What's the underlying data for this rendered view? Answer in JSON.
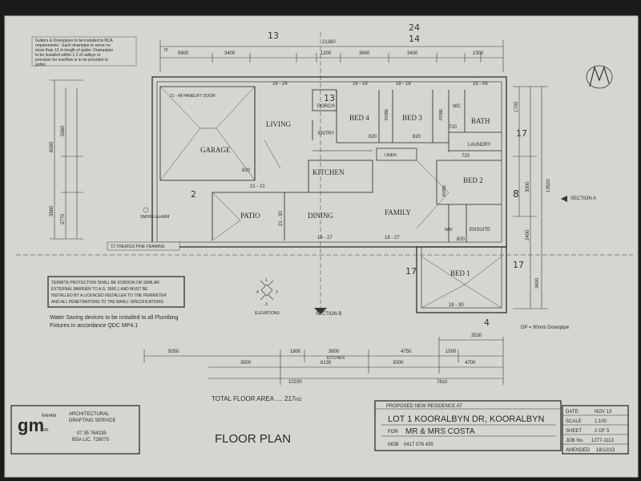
{
  "notes": {
    "gutters": [
      "Gutters & Downpipes to be installed to BCA",
      "requirements : Each downpipe to serve no",
      "more than 12 m length of gutter. Downpipes",
      "to be installed within 1.2 of valleys or",
      "provision for overflow is to be provided to",
      "gutter."
    ],
    "termite": [
      "TERMITE PROTECTION SHALL BE KORDON OR SIMILAR",
      "EXTERNAL BARRIER TO A.S. 3660.1 AND MUST BE",
      "INSTALLED BY A LICENCED INSTALLER TO THE PERIMETER",
      "AND ALL PENETRATIONS TO THE MANU. SPECIFICATIONS"
    ],
    "water": [
      "Water Saving devices to be installed to all Plumbing",
      "Fixtures in accordance QDC MP4.1"
    ],
    "downpipe": "DP = 90mm Downpipe",
    "framing": "T2 TREATED PINE FRAMING",
    "smoke": "SMOKE ALARM",
    "panelift": "21 - 48 PANELIFT DOOR",
    "elevations": "ELEVATIONS",
    "total_area": "TOTAL FLOOR AREA .... 217",
    "area_unit": "m2"
  },
  "rooms": {
    "garage": "GARAGE",
    "living": "LIVING",
    "porch": "PORCH",
    "entry": "ENTRY",
    "bed4": "BED 4",
    "bed3": "BED 3",
    "robe": "ROBE",
    "wc": "WC",
    "bath": "BATH",
    "laundry": "LAUNDRY",
    "linen": "LINEN",
    "kitchen": "KITCHEN",
    "bed2": "BED 2",
    "patio": "PATIO",
    "dining": "DINING",
    "family": "FAMILY",
    "wir": "WIR",
    "ensuite": "ENSUITE",
    "bed1": "BED 1"
  },
  "sections": {
    "a": "SECTION A",
    "b": "SECTION B"
  },
  "dims": {
    "top_total": "21360",
    "top_5800": "5800",
    "top_3400": "3400",
    "top_1200": "1200",
    "top_3600": "3600",
    "top_3400b": "3400",
    "top_2300": "2300",
    "top_70": "70",
    "btm_5050": "5050",
    "btm_1800": "1800",
    "btm_3600": "3600",
    "btm_4750": "4750",
    "btm_1500": "1500",
    "btm_3530": "3530",
    "btm_3500": "3500",
    "btm_6130": "6130",
    "btm_3000": "3000",
    "btm_4700": "4700",
    "btm_10230": "10230",
    "btm_7810": "7810",
    "btm_kitchen": "KITCHEN",
    "left_6000": "6000",
    "left_5560": "5560",
    "left_3560": "3560",
    "left_2770": "2770",
    "right_13520": "13520",
    "right_3000": "3000",
    "right_3400": "3400",
    "right_2400": "2400",
    "right_1700": "1700",
    "w18_24": "18 - 24",
    "w18_18": "18 - 18",
    "w15_06": "15 - 06",
    "w18_27": "18 - 27",
    "w18_30": "18 - 30",
    "w21_21": "21 - 21",
    "w21_30": "21 - 30",
    "d820": "820",
    "d720": "720"
  },
  "hand": {
    "h13": "13",
    "h24": "24",
    "h14": "14",
    "h17a": "17",
    "h17b": "17",
    "h8": "8",
    "h4": "4",
    "h2": "2",
    "h3": "13"
  },
  "compass": {
    "n1": "1",
    "n2": "2",
    "n3": "3",
    "n4": "4"
  },
  "firm": {
    "logo": "gm",
    "name_top": "RAHAM",
    "name_bot": "UIR",
    "title1": "ARCHITECTURAL",
    "title2": "DRAFTING SERVICE",
    "phone": "07 35 764235",
    "bsa": "BSA LIC. 726075"
  },
  "drawing_title": "FLOOR PLAN",
  "project": {
    "heading": "PROPOSED NEW RESIDENCE AT",
    "lot": "LOT 1 KOORALBYN DR, KOORALBYN",
    "for_label": "FOR",
    "client": "MR & MRS COSTA",
    "mob_label": "MOB",
    "mob": "0417 076 435"
  },
  "info": {
    "date_label": "DATE:",
    "date": "NOV 13",
    "scale_label": "SCALE",
    "scale": "1:100",
    "sheet_label": "SHEET",
    "sheet": "2 OF 5",
    "job_label": "JOB No.",
    "job": "1277-1113",
    "amended_label": "AMENDED",
    "amended": "18/12/13"
  }
}
